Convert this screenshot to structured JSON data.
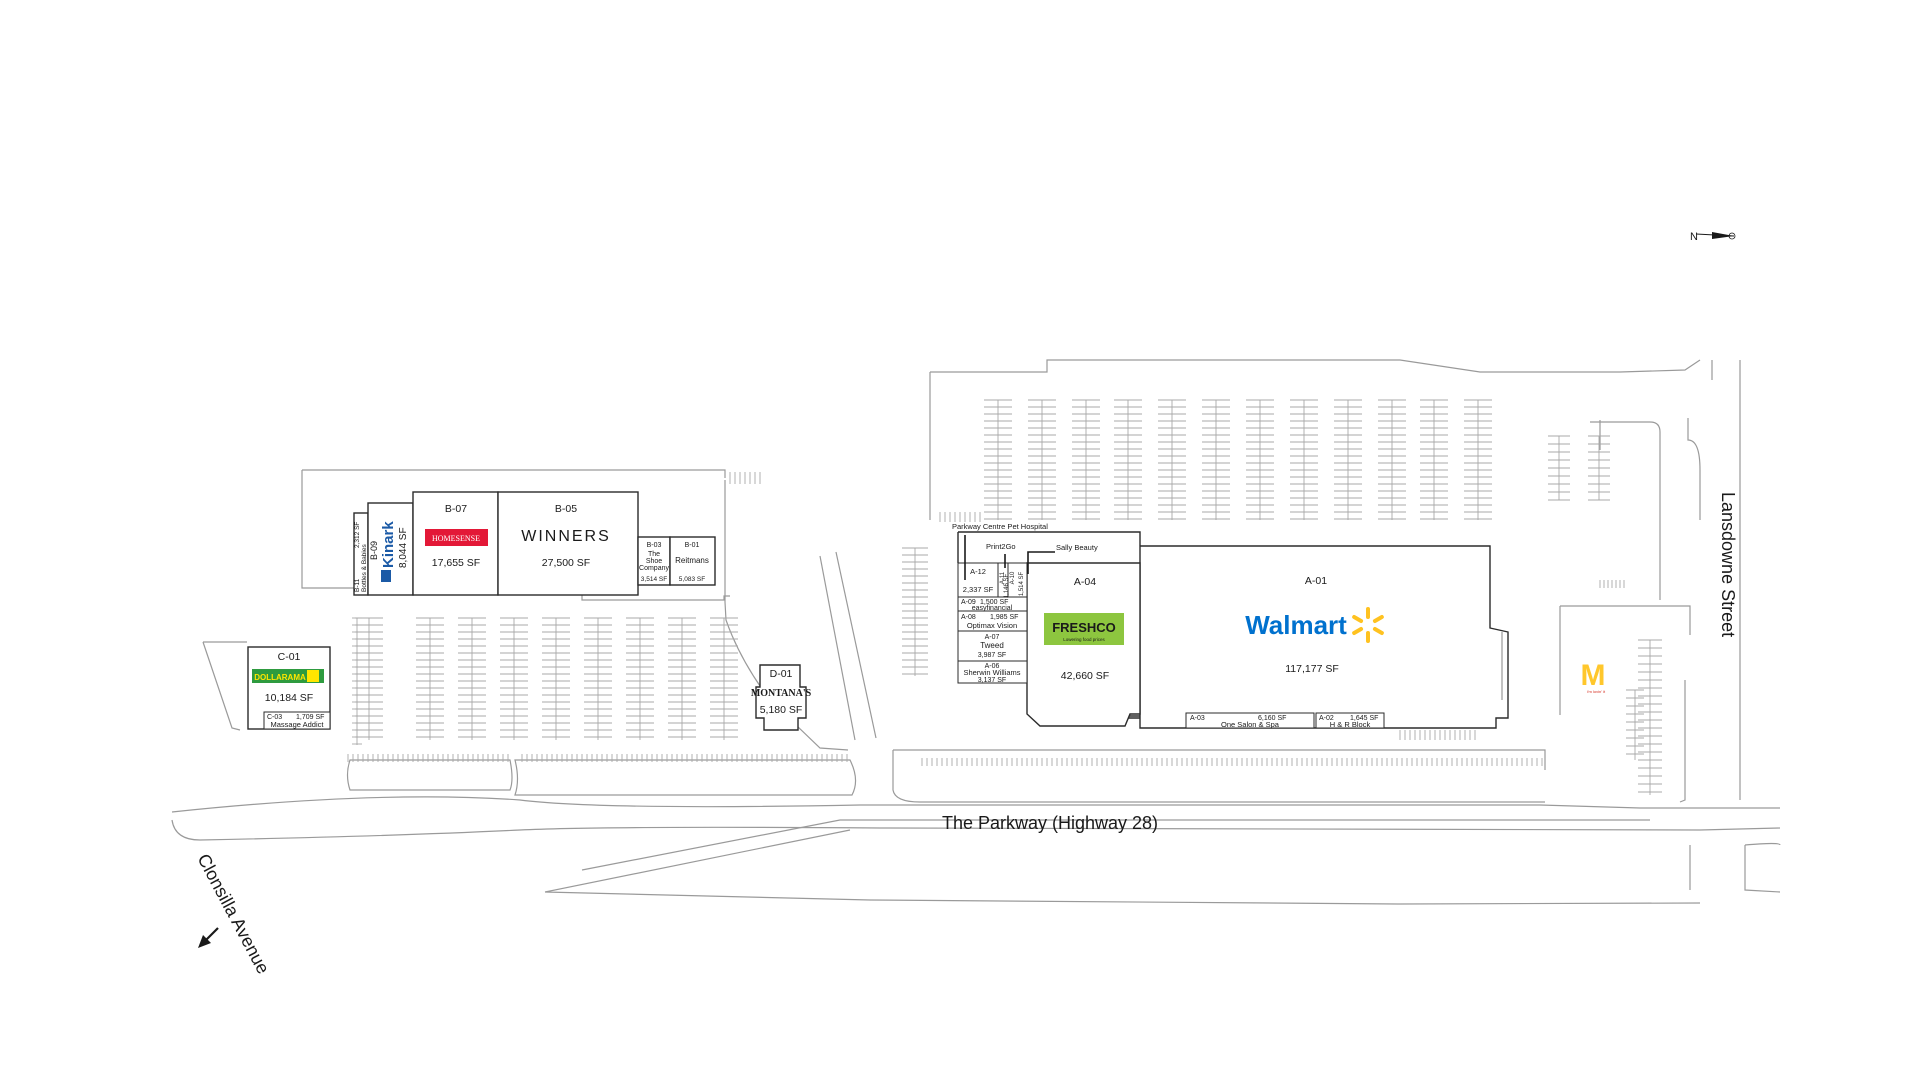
{
  "roads": {
    "parkway": "The Parkway (Highway 28)",
    "lansdowne": "Lansdowne Street",
    "clonsilla": "Clonsilla Avenue"
  },
  "units": {
    "a01": {
      "id": "A-01",
      "sf": "117,177 SF",
      "brand": "Walmart"
    },
    "a02": {
      "id": "A-02",
      "sf": "1,645 SF",
      "tenant": "H & R Block"
    },
    "a03": {
      "id": "A-03",
      "sf": "6,160 SF",
      "tenant": "One Salon & Spa"
    },
    "a04": {
      "id": "A-04",
      "sf": "42,660 SF",
      "brand": "FRESHCO",
      "tagline": "Lowering food prices"
    },
    "a06": {
      "id": "A-06",
      "tenant": "Sherwin Williams",
      "sf": "3,137 SF"
    },
    "a07": {
      "id": "A-07",
      "tenant": "Tweed",
      "sf": "3,987 SF"
    },
    "a08": {
      "id": "A-08",
      "sf": "1,985 SF",
      "tenant": "Optimax Vision"
    },
    "a09": {
      "id": "A-09",
      "sf": "1,500 SF",
      "tenant": "easyfinancial"
    },
    "a10": {
      "id": "A-10",
      "sf": "1,514 SF"
    },
    "a11": {
      "id": "A-11",
      "sf": "1,146 SF"
    },
    "a12": {
      "id": "A-12",
      "sf": "2,337 SF"
    },
    "b01": {
      "id": "B-01",
      "tenant": "Reitmans",
      "sf": "5,083 SF"
    },
    "b03": {
      "id": "B-03",
      "tenant_l1": "The",
      "tenant_l2": "Shoe",
      "tenant_l3": "Company",
      "sf": "3,514 SF"
    },
    "b05": {
      "id": "B-05",
      "brand": "WINNERS",
      "sf": "27,500 SF"
    },
    "b07": {
      "id": "B-07",
      "brand": "HOMESENSE",
      "sf": "17,655 SF"
    },
    "b09": {
      "id": "B-09",
      "brand": "Kinark",
      "sf": "8,044 SF"
    },
    "b11": {
      "id": "B-11",
      "tenant": "Bottles & Babies",
      "sf": "2,312 SF"
    },
    "c01": {
      "id": "C-01",
      "brand": "DOLLARAMA",
      "sf": "10,184 SF"
    },
    "c03": {
      "id": "C-03",
      "sf": "1,709 SF",
      "tenant": "Massage Addict"
    },
    "d01": {
      "id": "D-01",
      "brand": "MONTANA'S",
      "sf": "5,180 SF"
    }
  },
  "callouts": {
    "pet": "Parkway Centre Pet Hospital",
    "print": "Print2Go",
    "sally": "Sally Beauty"
  },
  "mcdonalds": {
    "tagline": "i'm lovin' it"
  },
  "compass": {
    "letter": "N"
  },
  "colors": {
    "walmart_blue": "#0071ce",
    "walmart_yellow": "#ffc220",
    "freshco_green": "#8dc63f",
    "homesense_red": "#e31837",
    "kinark_blue": "#1b5aa6",
    "dollarama_green": "#2e9b3f",
    "dollarama_yellow": "#ffe600",
    "mcd_yellow": "#ffc72c"
  }
}
